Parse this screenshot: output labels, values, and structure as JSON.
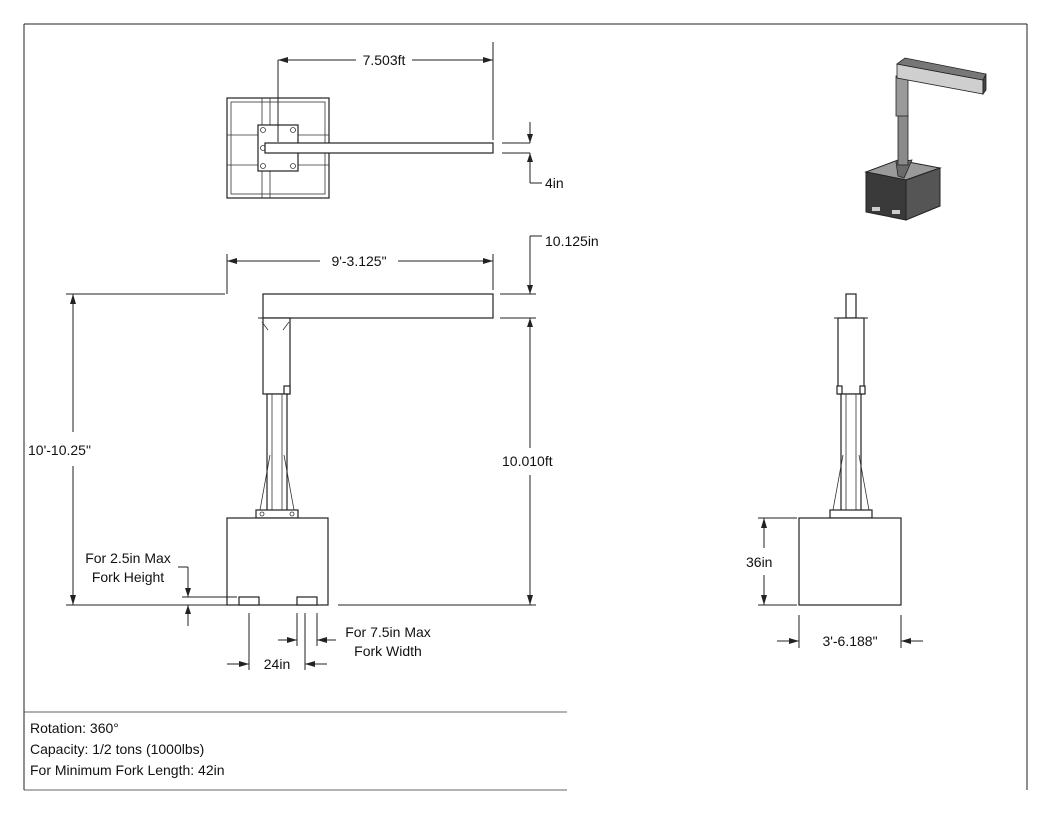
{
  "dimensions": {
    "top_arm_length": "7.503ft",
    "top_arm_thickness": "4in",
    "front_reach": "9'-3.125\"",
    "beam_height": "10.125in",
    "overall_height": "10'-10.25\"",
    "beam_clearance_height": "10.010ft",
    "fork_height_note": "For 2.5in Max\nFork Height",
    "fork_spacing": "24in",
    "fork_width_note": "For 7.5in Max\nFork Width",
    "base_height": "36in",
    "base_width": "3'-6.188\""
  },
  "notes": {
    "rotation": "Rotation: 360°",
    "capacity": "Capacity: 1/2 tons (1000lbs)",
    "fork_length": "For Minimum Fork Length: 42in"
  },
  "colors": {
    "line": "#222222",
    "iso_dark": "#3a3a3a",
    "iso_light": "#8a8a8a"
  }
}
